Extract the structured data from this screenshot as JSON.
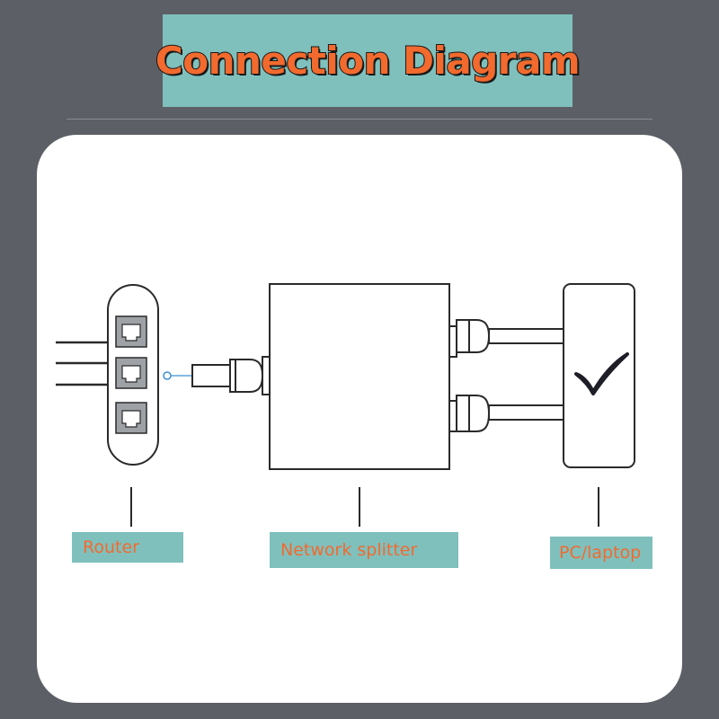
{
  "title": "Connection Diagram",
  "labels": {
    "router": "Router",
    "splitter": "Network splitter",
    "pc": "PC/laptop"
  },
  "colors": {
    "background": "#5c5f66",
    "accent_teal": "#7fc0bd",
    "accent_orange": "#f26a2e",
    "line": "#2a2a2a"
  },
  "icons": {
    "router_ports": "ethernet-port-icon",
    "pc_status": "checkmark-icon"
  }
}
